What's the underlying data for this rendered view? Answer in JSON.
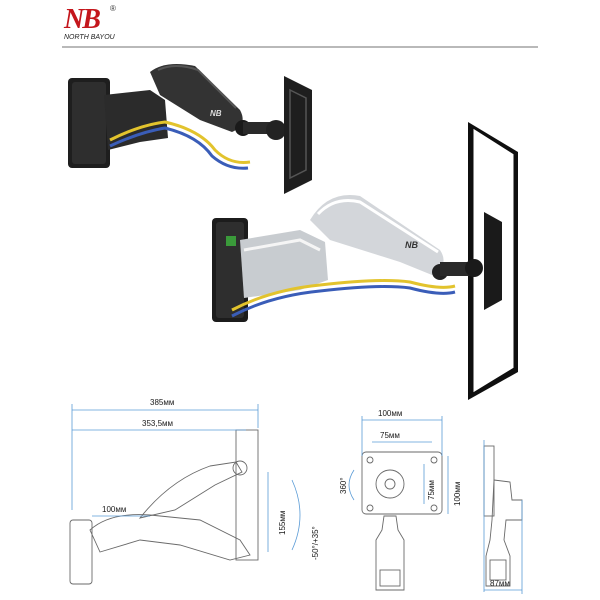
{
  "brand": {
    "logo_mark": "NB",
    "registered": "®",
    "name": "NORTH BAYOU",
    "color": "#c4161c"
  },
  "colors": {
    "accent_rule": "#b9b9b9",
    "dimension_line": "#5a9bd6",
    "arm_black": "#2b2b2b",
    "arm_silver": "#c8ccd0",
    "cable_yellow": "#e2c32d",
    "cable_blue": "#3a5db8"
  },
  "dimensions": {
    "total_reach": "385мм",
    "arm_reach": "353,5мм",
    "inner_reach": "100мм",
    "height_range": "155мм",
    "tilt": "-50°/+35°",
    "rotation": "360°",
    "vesa_large_h": "100мм",
    "vesa_small_h": "75мм",
    "vesa_small_v": "75мм",
    "vesa_large_v": "100мм",
    "depth": "87мм"
  }
}
